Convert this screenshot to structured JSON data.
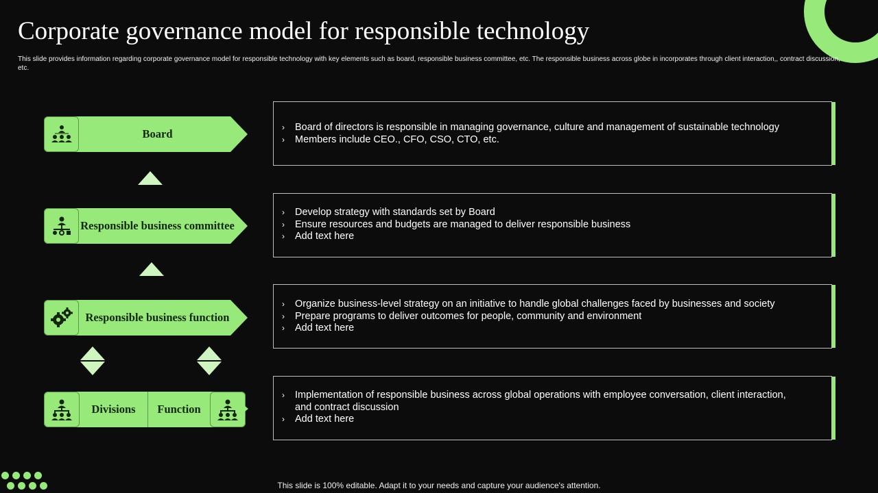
{
  "slide": {
    "title": "Corporate governance model for responsible technology",
    "subtitle": "This slide provides information regarding corporate governance model for responsible technology with key elements such as board, responsible business committee, etc. The responsible business across globe in incorporates through client interaction,, contract discussion, etc.",
    "footer": "This slide is 100% editable. Adapt it to your needs and capture your audience's attention."
  },
  "colors": {
    "accent": "#97ea7a",
    "background": "#0c0c0c",
    "arrow": "#cff5c0",
    "label_text": "#15260e"
  },
  "levels": [
    {
      "label": "Board",
      "icon": "people-group-icon",
      "points": [
        "Board of directors is responsible in managing governance, culture and management of sustainable technology",
        "Members include CEO., CFO, CSO, CTO, etc."
      ]
    },
    {
      "label": "Responsible business committee",
      "icon": "org-chart-icon",
      "points": [
        "Develop strategy with standards set by Board",
        "Ensure resources and budgets are managed to deliver responsible business",
        "Add text here"
      ]
    },
    {
      "label": "Responsible business function",
      "icon": "gears-icon",
      "points": [
        "Organize business-level strategy on an initiative to handle global challenges faced by businesses and society",
        "Prepare programs to deliver outcomes for people, community and environment",
        "Add text here"
      ]
    },
    {
      "labels": [
        "Divisions",
        "Function"
      ],
      "icon": "team-hierarchy-icon",
      "points": [
        "Implementation of responsible business across global operations with employee conversation, client interaction, and contract discussion",
        "Add text here"
      ]
    }
  ],
  "bullet_glyph": "›"
}
